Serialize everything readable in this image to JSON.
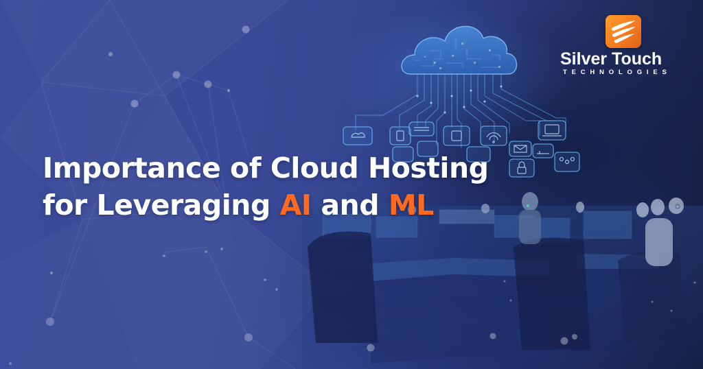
{
  "banner": {
    "title_line1": "Importance of Cloud Hosting",
    "title_line2_prefix": "for Leveraging ",
    "title_accent1": "AI",
    "title_mid": " and ",
    "title_accent2": "ML",
    "colors": {
      "background_primary": "#3a4c9c",
      "background_dark": "#151e40",
      "title_text": "#ffffff",
      "accent": "#ff6a1f",
      "circuit_glow": "#5fb4ff"
    }
  },
  "logo": {
    "name": "Silver Touch",
    "tagline": "TECHNOLOGIES",
    "icon": "speed-stripes-icon",
    "icon_bg": "#f47b20"
  },
  "illustration": {
    "cloud": "circuit-cloud-icon",
    "device_icons": [
      "cloud-icon",
      "tablet-icon",
      "server-rack-icon",
      "ai-chip-icon",
      "wifi-icon",
      "laptop-icon",
      "database-icon",
      "grid-icon",
      "gear-icon",
      "mail-icon",
      "router-icon",
      "location-pins-icon",
      "lock-icon"
    ],
    "scene": "robots-at-control-desks"
  }
}
